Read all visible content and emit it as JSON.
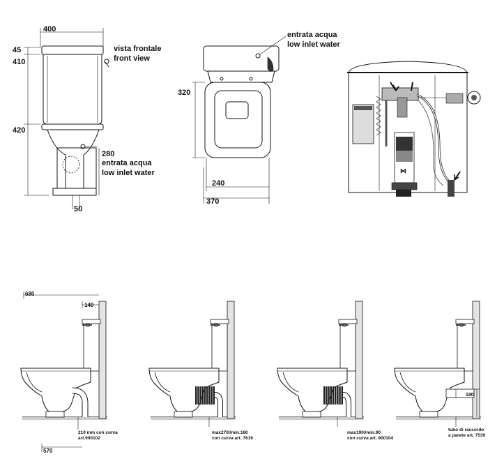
{
  "front_view": {
    "dim_width": "400",
    "dim_lid": "45",
    "dim_tank": "410",
    "dim_bowl": "420",
    "dim_inlet_height": "280",
    "dim_outlet": "50",
    "view_label_it": "vista frontale",
    "view_label_en": "front view",
    "inlet_label_it": "entrata acqua",
    "inlet_label_en": "low inlet water"
  },
  "top_view": {
    "dim_depth": "320",
    "dim_inner_width": "240",
    "dim_outer_width": "370",
    "inlet_label_it": "entrata acqua",
    "inlet_label_en": "low inlet water"
  },
  "installations": {
    "dim_total_depth": "680",
    "dim_tank_depth": "140",
    "dim_floor_depth": "570",
    "dim_wall_pipe_height": "180",
    "variants": [
      {
        "line1": "210 mm con curva",
        "line2": "art.900102"
      },
      {
        "line1": "max270//min.160",
        "line2": "con curva art. 7619"
      },
      {
        "line1": "max190//min.90",
        "line2": "con curva art. 900104"
      },
      {
        "line1": "tubo di raccordo",
        "line2": "a parete art. 7539"
      }
    ]
  }
}
